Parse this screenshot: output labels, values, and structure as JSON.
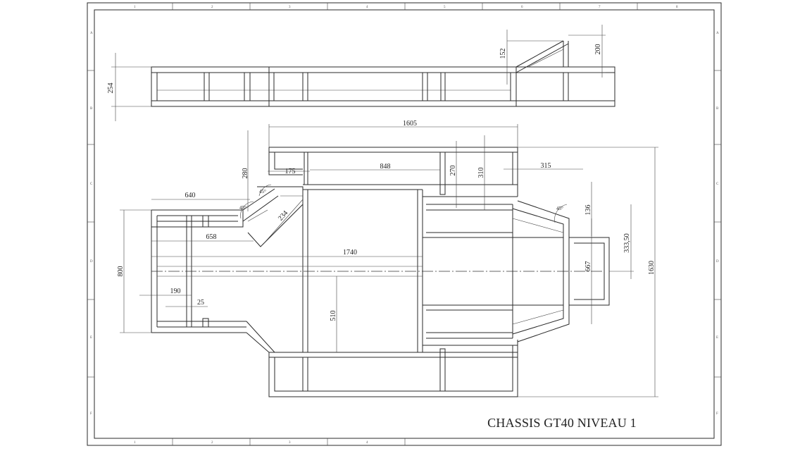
{
  "title_block": {
    "title": "CHASSIS  GT40   NIVEAU 1"
  },
  "frame": {
    "columns_top": [
      "1",
      "2",
      "3",
      "4",
      "5",
      "6",
      "7",
      "8"
    ],
    "columns_bottom": [
      "1",
      "2",
      "3",
      "4"
    ],
    "rows_left": [
      "A",
      "B",
      "C",
      "D",
      "E",
      "F"
    ],
    "rows_right": [
      "A",
      "B",
      "C",
      "D",
      "E",
      "F"
    ]
  },
  "dimensions": {
    "side_height": "254",
    "side_rear_drop": "152",
    "side_rear_height": "200",
    "overall_length": "1605",
    "step_280": "280",
    "d_175": "175",
    "d_848": "848",
    "d_270": "270",
    "d_310": "310",
    "d_315": "315",
    "d_640": "640",
    "d_658": "658",
    "d_234": "234",
    "angle_left_a": "45°",
    "angle_left_b": "45°",
    "angle_right": "45°",
    "d_136": "136",
    "d_333": "333,50",
    "d_1740": "1740",
    "d_667": "667",
    "d_1630": "1630",
    "d_800": "800",
    "d_190": "190",
    "d_25": "25",
    "d_510": "510"
  }
}
